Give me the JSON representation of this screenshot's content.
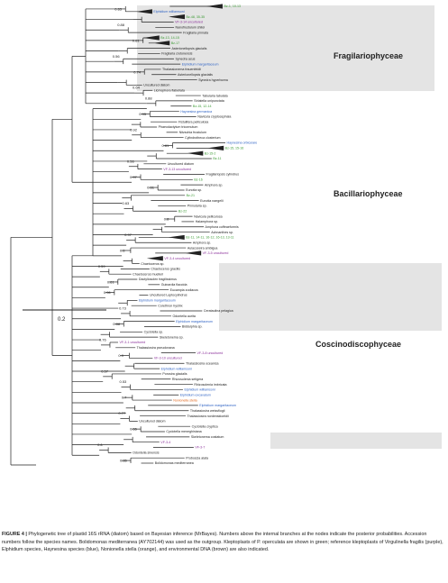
{
  "figure": {
    "clade_labels": {
      "fragilario": "Fragilariophyceae",
      "bacillario": "Bacillariophyceae",
      "coscino": "Coscinodiscophyceae"
    },
    "scale_bar": "0.2",
    "outgroup_label": "Bolidomonas mediterranea AY702144",
    "caption": {
      "lead": "FIGURE 4 |",
      "text": "Phylogenetic tree of plastid 16S rRNA (diatom) based on Bayesian inference (MrBayes). Numbers above the internal branches at the nodes indicate the posterior probabilities. Accession numbers follow the species names. Bolidomonas mediterranea (AY702144) was used as the outgroup. Kleptoplasts of P. operculata are shown in green; reference kleptoplasts of Virgulinella fragilis (purple), Elphidium species, Haynesina species (blue), Nonionella stella (orange), and environmental DNA (brown) are also indicated."
    },
    "colors": {
      "green": "#3a9a32",
      "purple": "#8a2f9a",
      "blue": "#2f63c4",
      "orange": "#e0661c",
      "brown": "#8a4a2a",
      "black": "#222222",
      "box": "#e4e4e4"
    },
    "support_values": [
      "0.63",
      "0.88",
      "0.61",
      "0.56",
      "0.74",
      "0.64",
      "0.88",
      "0.95",
      "0.92",
      "0.61",
      "0.56",
      "0.97",
      "0.61",
      "0.63",
      "0.8",
      "0.97",
      "0.6",
      "0.59",
      "0.61",
      "0.96",
      "0.73",
      "0.88",
      "0.76",
      "0.9",
      "0.57",
      "0.53",
      "0.7",
      "0.77",
      "0.55",
      "0.6",
      "0.85"
    ],
    "taxa": [
      {
        "label": "Bz-1, 10-13",
        "c": "green"
      },
      {
        "label": "Elphidium williamsoni",
        "c": "blue"
      },
      {
        "label": "Bz-48, 35-35",
        "c": "green"
      },
      {
        "label": "VF-3-14 uncultured",
        "c": "purple"
      },
      {
        "label": "Nanofrustulum shiloi",
        "c": "black"
      },
      {
        "label": "Fragilaria pinnata",
        "c": "black"
      },
      {
        "label": "Bz-13, 14-15",
        "c": "green"
      },
      {
        "label": "Bz-17",
        "c": "green"
      },
      {
        "label": "Asterionellopsis glacialis",
        "c": "black"
      },
      {
        "label": "Fragilaria crotonensis",
        "c": "black"
      },
      {
        "label": "Synedra acus",
        "c": "black"
      },
      {
        "label": "Elphidium margaritaceum",
        "c": "blue"
      },
      {
        "label": "Thalassionema frauenfeldii",
        "c": "black"
      },
      {
        "label": "Asterionellopsis glacialis",
        "c": "black"
      },
      {
        "label": "Synedra hyperborea",
        "c": "black"
      },
      {
        "label": "Uncultured diatom",
        "c": "black"
      },
      {
        "label": "Licmophora flabellata",
        "c": "black"
      },
      {
        "label": "Tabularia tabulata",
        "c": "black"
      },
      {
        "label": "Striatella unipunctata",
        "c": "black"
      },
      {
        "label": "Bz-15, 12-14",
        "c": "green"
      },
      {
        "label": "Haynesina germanica",
        "c": "blue"
      },
      {
        "label": "Navicula cryptocephala",
        "c": "black"
      },
      {
        "label": "Fistulifera pelliculosa",
        "c": "black"
      },
      {
        "label": "Phaeodactylum tricornutum",
        "c": "black"
      },
      {
        "label": "Nitzschia frustulum",
        "c": "black"
      },
      {
        "label": "Cylindrotheca closterium",
        "c": "black"
      },
      {
        "label": "Haynesina orbiculare",
        "c": "blue"
      },
      {
        "label": "Bz-15, 15-16",
        "c": "green"
      },
      {
        "label": "Bz-15-2",
        "c": "green"
      },
      {
        "label": "Bz-11",
        "c": "green"
      },
      {
        "label": "Uncultured diatom",
        "c": "black"
      },
      {
        "label": "VF-3-13 uncultured",
        "c": "purple"
      },
      {
        "label": "Fragilariopsis cylindrus",
        "c": "black"
      },
      {
        "label": "Bz-16",
        "c": "green"
      },
      {
        "label": "Amphora sp.",
        "c": "black"
      },
      {
        "label": "Eunotia sp.",
        "c": "black"
      },
      {
        "label": "Bz-21",
        "c": "green"
      },
      {
        "label": "Eunotia naegelii",
        "c": "black"
      },
      {
        "label": "Pinnularia sp.",
        "c": "black"
      },
      {
        "label": "Bz-22",
        "c": "green"
      },
      {
        "label": "Navicula pelliculosa",
        "c": "black"
      },
      {
        "label": "Halamphora sp.",
        "c": "black"
      },
      {
        "label": "Amphora coffeaeformis",
        "c": "black"
      },
      {
        "label": "Achnanthes sp.",
        "c": "black"
      },
      {
        "label": "Bz-11, 14-11, 16-12, 16-13, 13-11",
        "c": "green"
      },
      {
        "label": "Amphora sp.",
        "c": "black"
      },
      {
        "label": "Aulacoseira ambigua",
        "c": "black"
      },
      {
        "label": "VF-3-5 uncultured",
        "c": "purple"
      },
      {
        "label": "VF-3-4 uncultured",
        "c": "purple"
      },
      {
        "label": "Chaetoceros sp.",
        "c": "black"
      },
      {
        "label": "Chaetoceros gracilis",
        "c": "black"
      },
      {
        "label": "Chaetoceros muelleri",
        "c": "black"
      },
      {
        "label": "Dactyliosolen fragilissimus",
        "c": "black"
      },
      {
        "label": "Guinardia flaccida",
        "c": "black"
      },
      {
        "label": "Eucampia zodiacus",
        "c": "black"
      },
      {
        "label": "Uncultured Leptocylindrus",
        "c": "black"
      },
      {
        "label": "Elphidium margaritaceum",
        "c": "blue"
      },
      {
        "label": "Corethron hystrix",
        "c": "black"
      },
      {
        "label": "Cerataulina pelagica",
        "c": "black"
      },
      {
        "label": "Odontella aurita",
        "c": "black"
      },
      {
        "label": "Elphidium margaritaceum",
        "c": "blue"
      },
      {
        "label": "Biddulphia sp.",
        "c": "black"
      },
      {
        "label": "Cyclotella sp.",
        "c": "black"
      },
      {
        "label": "Skeletonema sp.",
        "c": "black"
      },
      {
        "label": "VF-3-1 uncultured",
        "c": "purple"
      },
      {
        "label": "Thalassiosira pseudonana",
        "c": "black"
      },
      {
        "label": "VF-3-8 uncultured",
        "c": "purple"
      },
      {
        "label": "VF-3-10 uncultured",
        "c": "purple"
      },
      {
        "label": "Thalassiosira oceanica",
        "c": "black"
      },
      {
        "label": "Elphidium williamsoni",
        "c": "blue"
      },
      {
        "label": "Porosira glacialis",
        "c": "black"
      },
      {
        "label": "Rhizosolenia setigera",
        "c": "black"
      },
      {
        "label": "Rhizosolenia imbricata",
        "c": "black"
      },
      {
        "label": "Elphidium williamsoni",
        "c": "blue"
      },
      {
        "label": "Elphidium excavatum",
        "c": "blue"
      },
      {
        "label": "Nonionella stella",
        "c": "orange"
      },
      {
        "label": "Elphidium margaritaceum",
        "c": "blue"
      },
      {
        "label": "Thalassiosira weissflogii",
        "c": "black"
      },
      {
        "label": "Thalassiosira nordenskioeldii",
        "c": "black"
      },
      {
        "label": "Uncultured diatom",
        "c": "black"
      },
      {
        "label": "Cyclotella cryptica",
        "c": "black"
      },
      {
        "label": "Cyclotella meneghiniana",
        "c": "black"
      },
      {
        "label": "Skeletonema costatum",
        "c": "black"
      },
      {
        "label": "VF-3-4",
        "c": "purple"
      },
      {
        "label": "VF-3-7",
        "c": "purple"
      },
      {
        "label": "Odontella sinensis",
        "c": "black"
      },
      {
        "label": "Proboscia alata",
        "c": "black"
      },
      {
        "label": "Bolidomonas mediterranea",
        "c": "black"
      }
    ]
  }
}
